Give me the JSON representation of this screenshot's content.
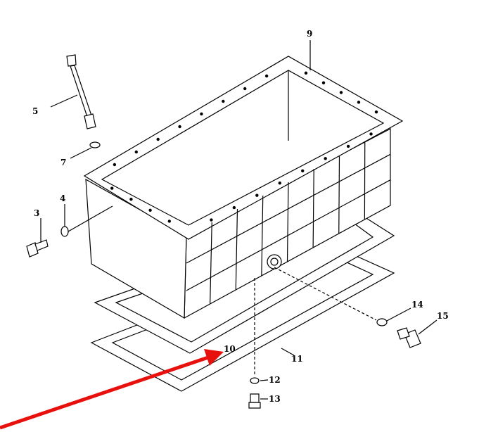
{
  "diagram": {
    "title": "Oil pan assembly exploded view",
    "callouts": {
      "c3": "3",
      "c4": "4",
      "c5": "5",
      "c7": "7",
      "c9": "9",
      "c10": "10",
      "c11": "11",
      "c12": "12",
      "c13": "13",
      "c14": "14",
      "c15": "15"
    },
    "colors": {
      "line": "#000000",
      "arrow": "#e8100c"
    }
  }
}
